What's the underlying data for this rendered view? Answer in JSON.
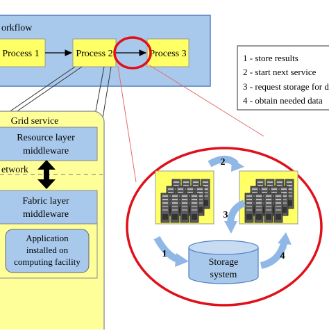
{
  "workflow": {
    "label": "orkflow",
    "processes": [
      "Process 1",
      "Process 2",
      "Process 3"
    ]
  },
  "legend": {
    "items": [
      "1 - store results",
      "2 - start next service",
      "3 - request storage for d",
      "4 - obtain needed data"
    ]
  },
  "grid_service": {
    "title": "Grid service",
    "resource_layer": [
      "Resource layer",
      "middleware"
    ],
    "network_label": "etwork",
    "fabric_layer": [
      "Fabric layer",
      "middleware"
    ],
    "application": [
      "Application",
      "installed on",
      "computing facility"
    ]
  },
  "zoom": {
    "arrow_labels": [
      "1",
      "2",
      "3",
      "4"
    ],
    "storage": [
      "Storage",
      "system"
    ]
  },
  "colors": {
    "workflow_band": "#a9c9ec",
    "band_border": "#4f7fc0",
    "process_box": "#ffff66",
    "grid_panel": "#ffff99",
    "layer_box": "#a9c9ec",
    "highlight_red": "#e0101a",
    "arrow_blue": "#8fb8e6"
  }
}
